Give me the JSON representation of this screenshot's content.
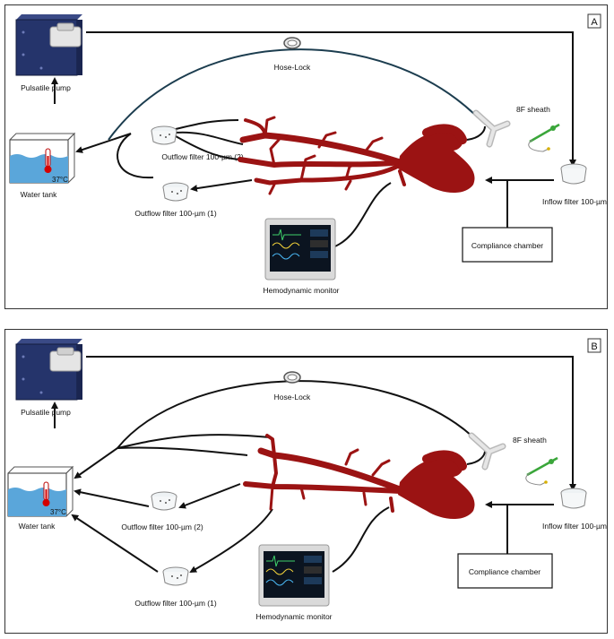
{
  "panels": [
    {
      "tag": "A",
      "labels": {
        "pump": "Pulsatile pump",
        "hose_lock": "Hose-Lock",
        "sheath": "8F sheath",
        "water_tank": "Water tank",
        "temperature": "37°C",
        "outflow_2": "Outflow filter 100-µm (2)",
        "outflow_1": "Outflow filter 100-µm (1)",
        "inflow": "Inflow filter 100-µm",
        "compliance": "Compliance chamber",
        "monitor": "Hemodynamic monitor"
      }
    },
    {
      "tag": "B",
      "labels": {
        "pump": "Pulsatile pump",
        "hose_lock": "Hose-Lock",
        "sheath": "8F sheath",
        "water_tank": "Water tank",
        "temperature": "37°C",
        "outflow_2": "Outflow filter 100-µm (2)",
        "outflow_1": "Outflow filter 100-µm (1)",
        "inflow": "Inflow filter 100-µm",
        "compliance": "Compliance chamber",
        "monitor": "Hemodynamic monitor"
      }
    }
  ],
  "colors": {
    "tube": "#111111",
    "tube_a_hose": "#1c3d4f",
    "vessel": "#9b1313",
    "pump_body": "#25346b",
    "water": "#5aa6da",
    "sheath_connector": "#c9c9c9",
    "sheath_tip": "#3aa63a"
  }
}
